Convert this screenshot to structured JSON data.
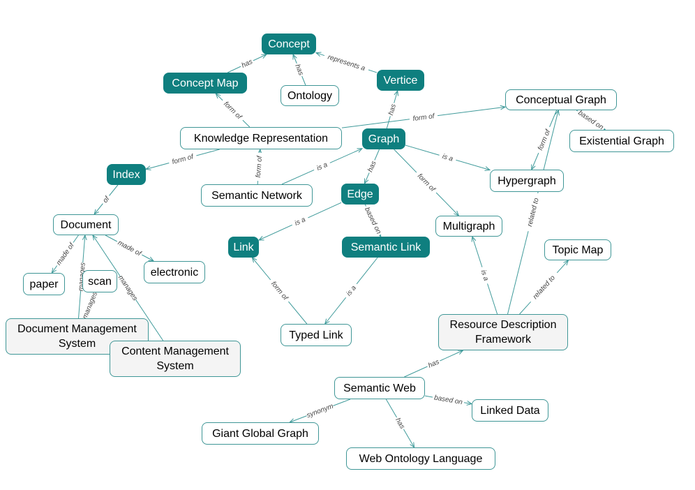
{
  "diagram": {
    "colors": {
      "highlight_fill": "#0f7f7f",
      "border": "#3f9696",
      "edge": "#3f9a9a",
      "grey_fill": "#f4f4f4"
    },
    "nodes": [
      {
        "id": "concept",
        "label": "Concept",
        "style": "highlight"
      },
      {
        "id": "concept_map",
        "label": "Concept Map",
        "style": "highlight"
      },
      {
        "id": "ontology",
        "label": "Ontology",
        "style": "plain"
      },
      {
        "id": "vertice",
        "label": "Vertice",
        "style": "highlight"
      },
      {
        "id": "conceptual_graph",
        "label": "Conceptual Graph",
        "style": "plain"
      },
      {
        "id": "knowledge_representation",
        "label": "Knowledge Representation",
        "style": "plain"
      },
      {
        "id": "graph",
        "label": "Graph",
        "style": "highlight"
      },
      {
        "id": "existential_graph",
        "label": "Existential Graph",
        "style": "plain"
      },
      {
        "id": "index",
        "label": "Index",
        "style": "highlight"
      },
      {
        "id": "semantic_network",
        "label": "Semantic Network",
        "style": "plain"
      },
      {
        "id": "edge",
        "label": "Edge",
        "style": "highlight"
      },
      {
        "id": "hypergraph",
        "label": "Hypergraph",
        "style": "plain"
      },
      {
        "id": "document",
        "label": "Document",
        "style": "plain"
      },
      {
        "id": "multigraph",
        "label": "Multigraph",
        "style": "plain"
      },
      {
        "id": "link",
        "label": "Link",
        "style": "highlight"
      },
      {
        "id": "semantic_link",
        "label": "Semantic Link",
        "style": "highlight"
      },
      {
        "id": "topic_map",
        "label": "Topic Map",
        "style": "plain"
      },
      {
        "id": "electronic",
        "label": "electronic",
        "style": "plain"
      },
      {
        "id": "scan",
        "label": "scan",
        "style": "plain"
      },
      {
        "id": "paper",
        "label": "paper",
        "style": "plain"
      },
      {
        "id": "document_management_system",
        "label": "Document Management System",
        "style": "grey"
      },
      {
        "id": "resource_description_framework",
        "label": "Resource Description Framework",
        "style": "grey"
      },
      {
        "id": "typed_link",
        "label": "Typed Link",
        "style": "plain"
      },
      {
        "id": "content_management_system",
        "label": "Content Management System",
        "style": "grey"
      },
      {
        "id": "semantic_web",
        "label": "Semantic Web",
        "style": "plain"
      },
      {
        "id": "linked_data",
        "label": "Linked Data",
        "style": "plain"
      },
      {
        "id": "giant_global_graph",
        "label": "Giant Global Graph",
        "style": "plain"
      },
      {
        "id": "web_ontology_language",
        "label": "Web Ontology Language",
        "style": "plain"
      }
    ],
    "edges": [
      {
        "from": "concept_map",
        "to": "concept",
        "label": "has"
      },
      {
        "from": "ontology",
        "to": "concept",
        "label": "has"
      },
      {
        "from": "vertice",
        "to": "concept",
        "label": "represents a"
      },
      {
        "from": "knowledge_representation",
        "to": "concept_map",
        "label": "form of"
      },
      {
        "from": "knowledge_representation",
        "to": "conceptual_graph",
        "label": "form of"
      },
      {
        "from": "knowledge_representation",
        "to": "index",
        "label": "form of"
      },
      {
        "from": "semantic_network",
        "to": "knowledge_representation",
        "label": "form of"
      },
      {
        "from": "graph",
        "to": "vertice",
        "label": "has"
      },
      {
        "from": "graph",
        "to": "edge",
        "label": "has"
      },
      {
        "from": "graph",
        "to": "hypergraph",
        "label": "is a"
      },
      {
        "from": "graph",
        "to": "multigraph",
        "label": "form of"
      },
      {
        "from": "semantic_network",
        "to": "graph",
        "label": "is a"
      },
      {
        "from": "conceptual_graph",
        "to": "existential_graph",
        "label": "based on"
      },
      {
        "from": "conceptual_graph",
        "to": "hypergraph",
        "label": "form of"
      },
      {
        "from": "index",
        "to": "document",
        "label": "of"
      },
      {
        "from": "edge",
        "to": "link",
        "label": "is a"
      },
      {
        "from": "edge",
        "to": "semantic_link",
        "label": "based on"
      },
      {
        "from": "semantic_link",
        "to": "typed_link",
        "label": "is a"
      },
      {
        "from": "typed_link",
        "to": "link",
        "label": "form of"
      },
      {
        "from": "document",
        "to": "paper",
        "label": "made of"
      },
      {
        "from": "document",
        "to": "electronic",
        "label": "made of"
      },
      {
        "from": "document_management_system",
        "to": "document",
        "label": "manages"
      },
      {
        "from": "document_management_system",
        "to": "scan",
        "label": "manages"
      },
      {
        "from": "content_management_system",
        "to": "document",
        "label": "manages"
      },
      {
        "from": "resource_description_framework",
        "to": "multigraph",
        "label": "is a"
      },
      {
        "from": "resource_description_framework",
        "to": "conceptual_graph",
        "label": "related to"
      },
      {
        "from": "resource_description_framework",
        "to": "topic_map",
        "label": "related to"
      },
      {
        "from": "semantic_web",
        "to": "resource_description_framework",
        "label": "has"
      },
      {
        "from": "semantic_web",
        "to": "linked_data",
        "label": "based on"
      },
      {
        "from": "semantic_web",
        "to": "giant_global_graph",
        "label": "synonym"
      },
      {
        "from": "semantic_web",
        "to": "web_ontology_language",
        "label": "has"
      }
    ]
  }
}
